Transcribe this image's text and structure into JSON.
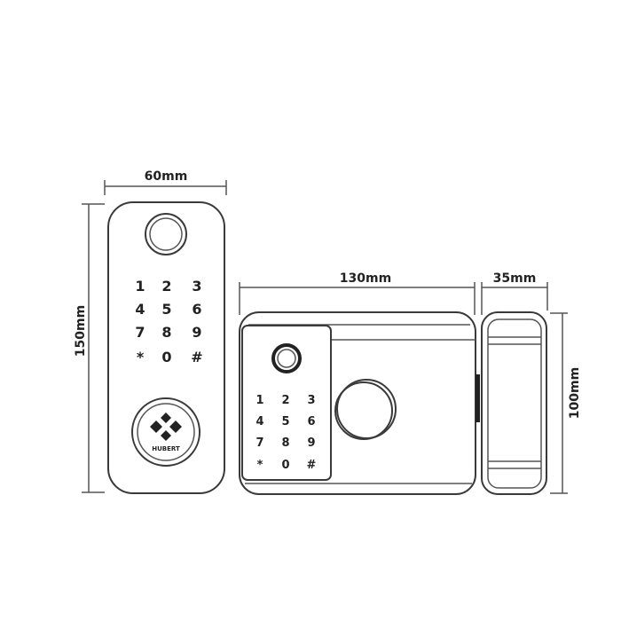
{
  "dimensions": {
    "front_width": "60mm",
    "front_height": "150mm",
    "body_width": "130mm",
    "strike_width": "35mm",
    "body_height": "100mm"
  },
  "front_keypad": [
    "1",
    "2",
    "3",
    "4",
    "5",
    "6",
    "7",
    "8",
    "9",
    "*",
    "0",
    "#"
  ],
  "body_keypad": [
    "1",
    "2",
    "3",
    "4",
    "5",
    "6",
    "7",
    "8",
    "9",
    "*",
    "0",
    "#"
  ],
  "brand": "HUBERT"
}
